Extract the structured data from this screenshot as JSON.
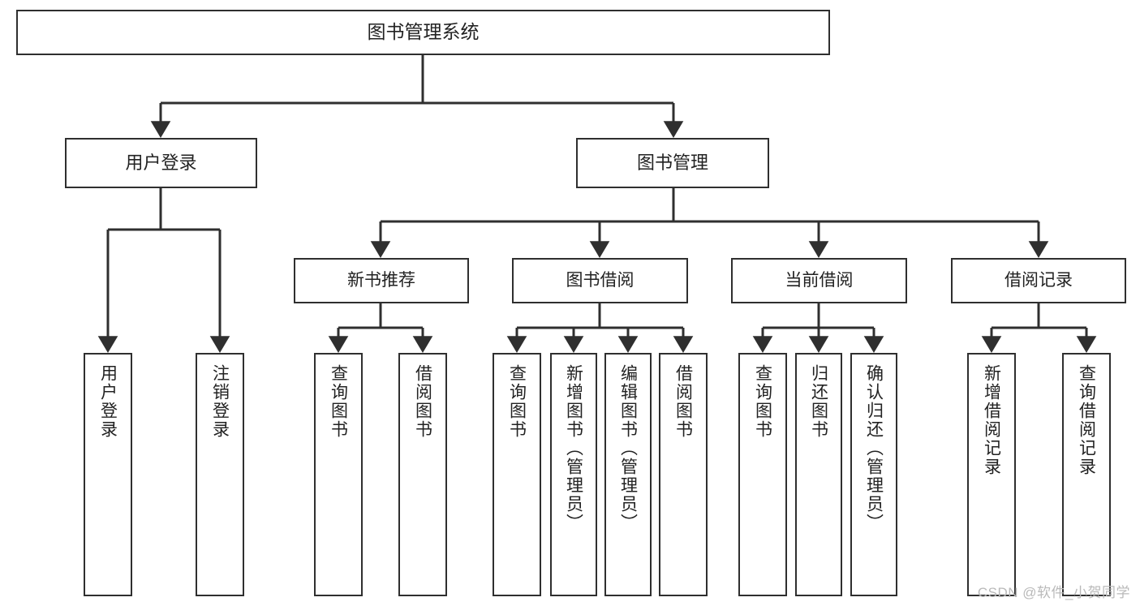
{
  "diagram": {
    "title": "图书管理系统",
    "type": "tree",
    "colors": {
      "box_border": "#2f2f2f",
      "box_fill": "#ffffff",
      "connector": "#2f2f2f",
      "text": "#222222",
      "watermark": "#b9b9b9"
    },
    "watermark": "CSDN @软件_小贺同学",
    "root": {
      "label": "图书管理系统"
    },
    "level2": [
      {
        "id": "user-login",
        "label": "用户登录"
      },
      {
        "id": "book-mgmt",
        "label": "图书管理"
      }
    ],
    "level3": [
      {
        "id": "new-book-rec",
        "label": "新书推荐"
      },
      {
        "id": "book-borrow",
        "label": "图书借阅"
      },
      {
        "id": "current-borrow",
        "label": "当前借阅"
      },
      {
        "id": "borrow-record",
        "label": "借阅记录"
      }
    ],
    "leaves": {
      "user_login": [
        {
          "id": "leaf-user-login",
          "label": "用户登录"
        },
        {
          "id": "leaf-logout-login",
          "label": "注销登录"
        }
      ],
      "new_book_rec": [
        {
          "id": "leaf-query-book-1",
          "label": "查询图书"
        },
        {
          "id": "leaf-borrow-book-1",
          "label": "借阅图书"
        }
      ],
      "book_borrow": [
        {
          "id": "leaf-query-book-2",
          "label": "查询图书"
        },
        {
          "id": "leaf-add-book",
          "label": "新增图书（管理员）"
        },
        {
          "id": "leaf-edit-book",
          "label": "编辑图书（管理员）"
        },
        {
          "id": "leaf-borrow-book-2",
          "label": "借阅图书"
        }
      ],
      "current_borrow": [
        {
          "id": "leaf-query-book-3",
          "label": "查询图书"
        },
        {
          "id": "leaf-return-book",
          "label": "归还图书"
        },
        {
          "id": "leaf-confirm-return",
          "label": "确认归还（管理员）"
        }
      ],
      "borrow_record": [
        {
          "id": "leaf-add-record",
          "label": "新增借阅记录"
        },
        {
          "id": "leaf-query-record",
          "label": "查询借阅记录"
        }
      ]
    }
  }
}
